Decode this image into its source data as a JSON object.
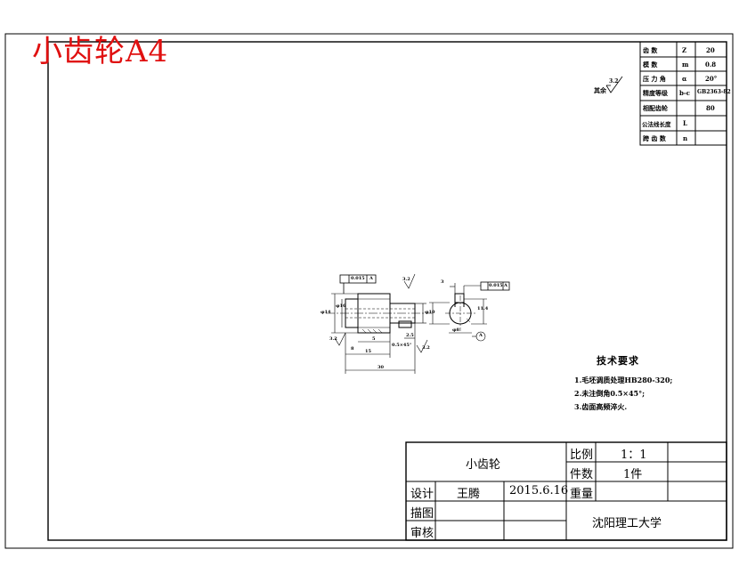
{
  "drawing_title": "小齿轮A4",
  "params_table": [
    {
      "name": "齿 数",
      "symbol": "Z",
      "value": "20"
    },
    {
      "name": "模 数",
      "symbol": "m",
      "value": "0.8"
    },
    {
      "name": "压 力 角",
      "symbol": "α",
      "value": "20°"
    },
    {
      "name": "精度等级",
      "symbol": "b-c",
      "value": "GB2363-82"
    },
    {
      "name": "相配齿轮",
      "symbol": "",
      "value": "80"
    },
    {
      "name": "公法线长度",
      "symbol": "L",
      "value": ""
    },
    {
      "name": "跨 齿 数",
      "symbol": "n",
      "value": ""
    }
  ],
  "surface_note": {
    "label": "其余",
    "value": "3.2"
  },
  "tech_requirements": {
    "title": "技术要求",
    "items": [
      "1.毛坯调质处理HB280-320;",
      "2.未注倒角0.5×45°;",
      "3.齿面高频淬火."
    ]
  },
  "drawing_labels": {
    "tol_left": "0.015",
    "tol_right": "0.015",
    "datum": "A",
    "rough_a": "3.2",
    "rough_b": "3.2",
    "rough_c": "3.2",
    "dim_total": "30",
    "dim_a": "15",
    "dim_b": "5",
    "dim_c": "8",
    "dim_d": "2.5",
    "dim_phi_a": "φ14",
    "dim_phi_b": "φ16",
    "dim_phi_c": "φ10",
    "dim_key": "3",
    "dim_key_depth": "11.4",
    "dim_bore": "φ8",
    "chamfer": "0.5×45°"
  },
  "title_block": {
    "part_name": "小齿轮",
    "scale_label": "比例",
    "scale_value": "1：1",
    "qty_label": "件数",
    "qty_value": "1件",
    "design_label": "设计",
    "designer": "王腾",
    "date": "2015.6.16",
    "weight_label": "重量",
    "draft_label": "描图",
    "review_label": "审核",
    "school": "沈阳理工大学"
  }
}
